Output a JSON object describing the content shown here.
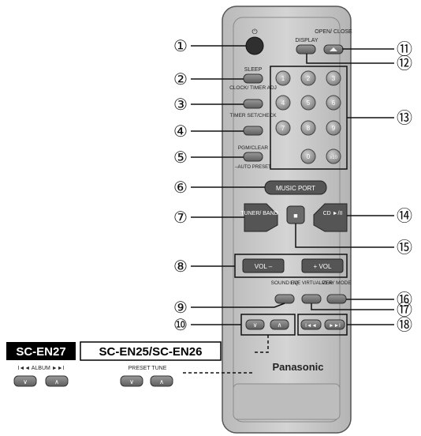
{
  "remote": {
    "brand": "Panasonic",
    "buttons": {
      "power_symbol": "⏻",
      "open_close": "OPEN/ CLOSE",
      "display": "DISPLAY",
      "sleep": "SLEEP",
      "clock_timer": "CLOCK/ TIMER ADJ",
      "timer_set": "TIMER SET/CHECK",
      "pgm_clear": "PGM/CLEAR",
      "auto_preset": "–AUTO PRESET",
      "music_port": "MUSIC PORT",
      "tuner_band": "TUNER/ BAND",
      "stop_symbol": "■",
      "cd_play": "CD ►/II",
      "vol_minus": "VOL –",
      "vol_plus": "+ VOL",
      "sound_eq": "SOUND EQ",
      "live_virtualizer": "LIVE VIRTUALIZER",
      "play_mode": "PLAY MODE",
      "down_symbol": "∨",
      "up_symbol": "∧",
      "skip_back_symbol": "I◄◄",
      "skip_fwd_symbol": "►►I"
    },
    "numpad": [
      "1",
      "2",
      "3",
      "4",
      "5",
      "6",
      "7",
      "8",
      "9",
      "0",
      "≥10"
    ]
  },
  "callouts": [
    "①",
    "②",
    "③",
    "④",
    "⑤",
    "⑥",
    "⑦",
    "⑧",
    "⑨",
    "⑩",
    "⑪",
    "⑫",
    "⑬",
    "⑭",
    "⑮",
    "⑯",
    "⑰",
    "⑱"
  ],
  "models": {
    "en27": "SC-EN27",
    "en25_26": "SC-EN25/SC-EN26",
    "album_label": "I◄◄ ALBUM ►►I",
    "preset_tune_label": "PRESET TUNE"
  },
  "colors": {
    "body": "#c6c6c6",
    "button_dark": "#4a4a4a",
    "button_mid": "#8a8a8a",
    "outline": "#111111"
  }
}
